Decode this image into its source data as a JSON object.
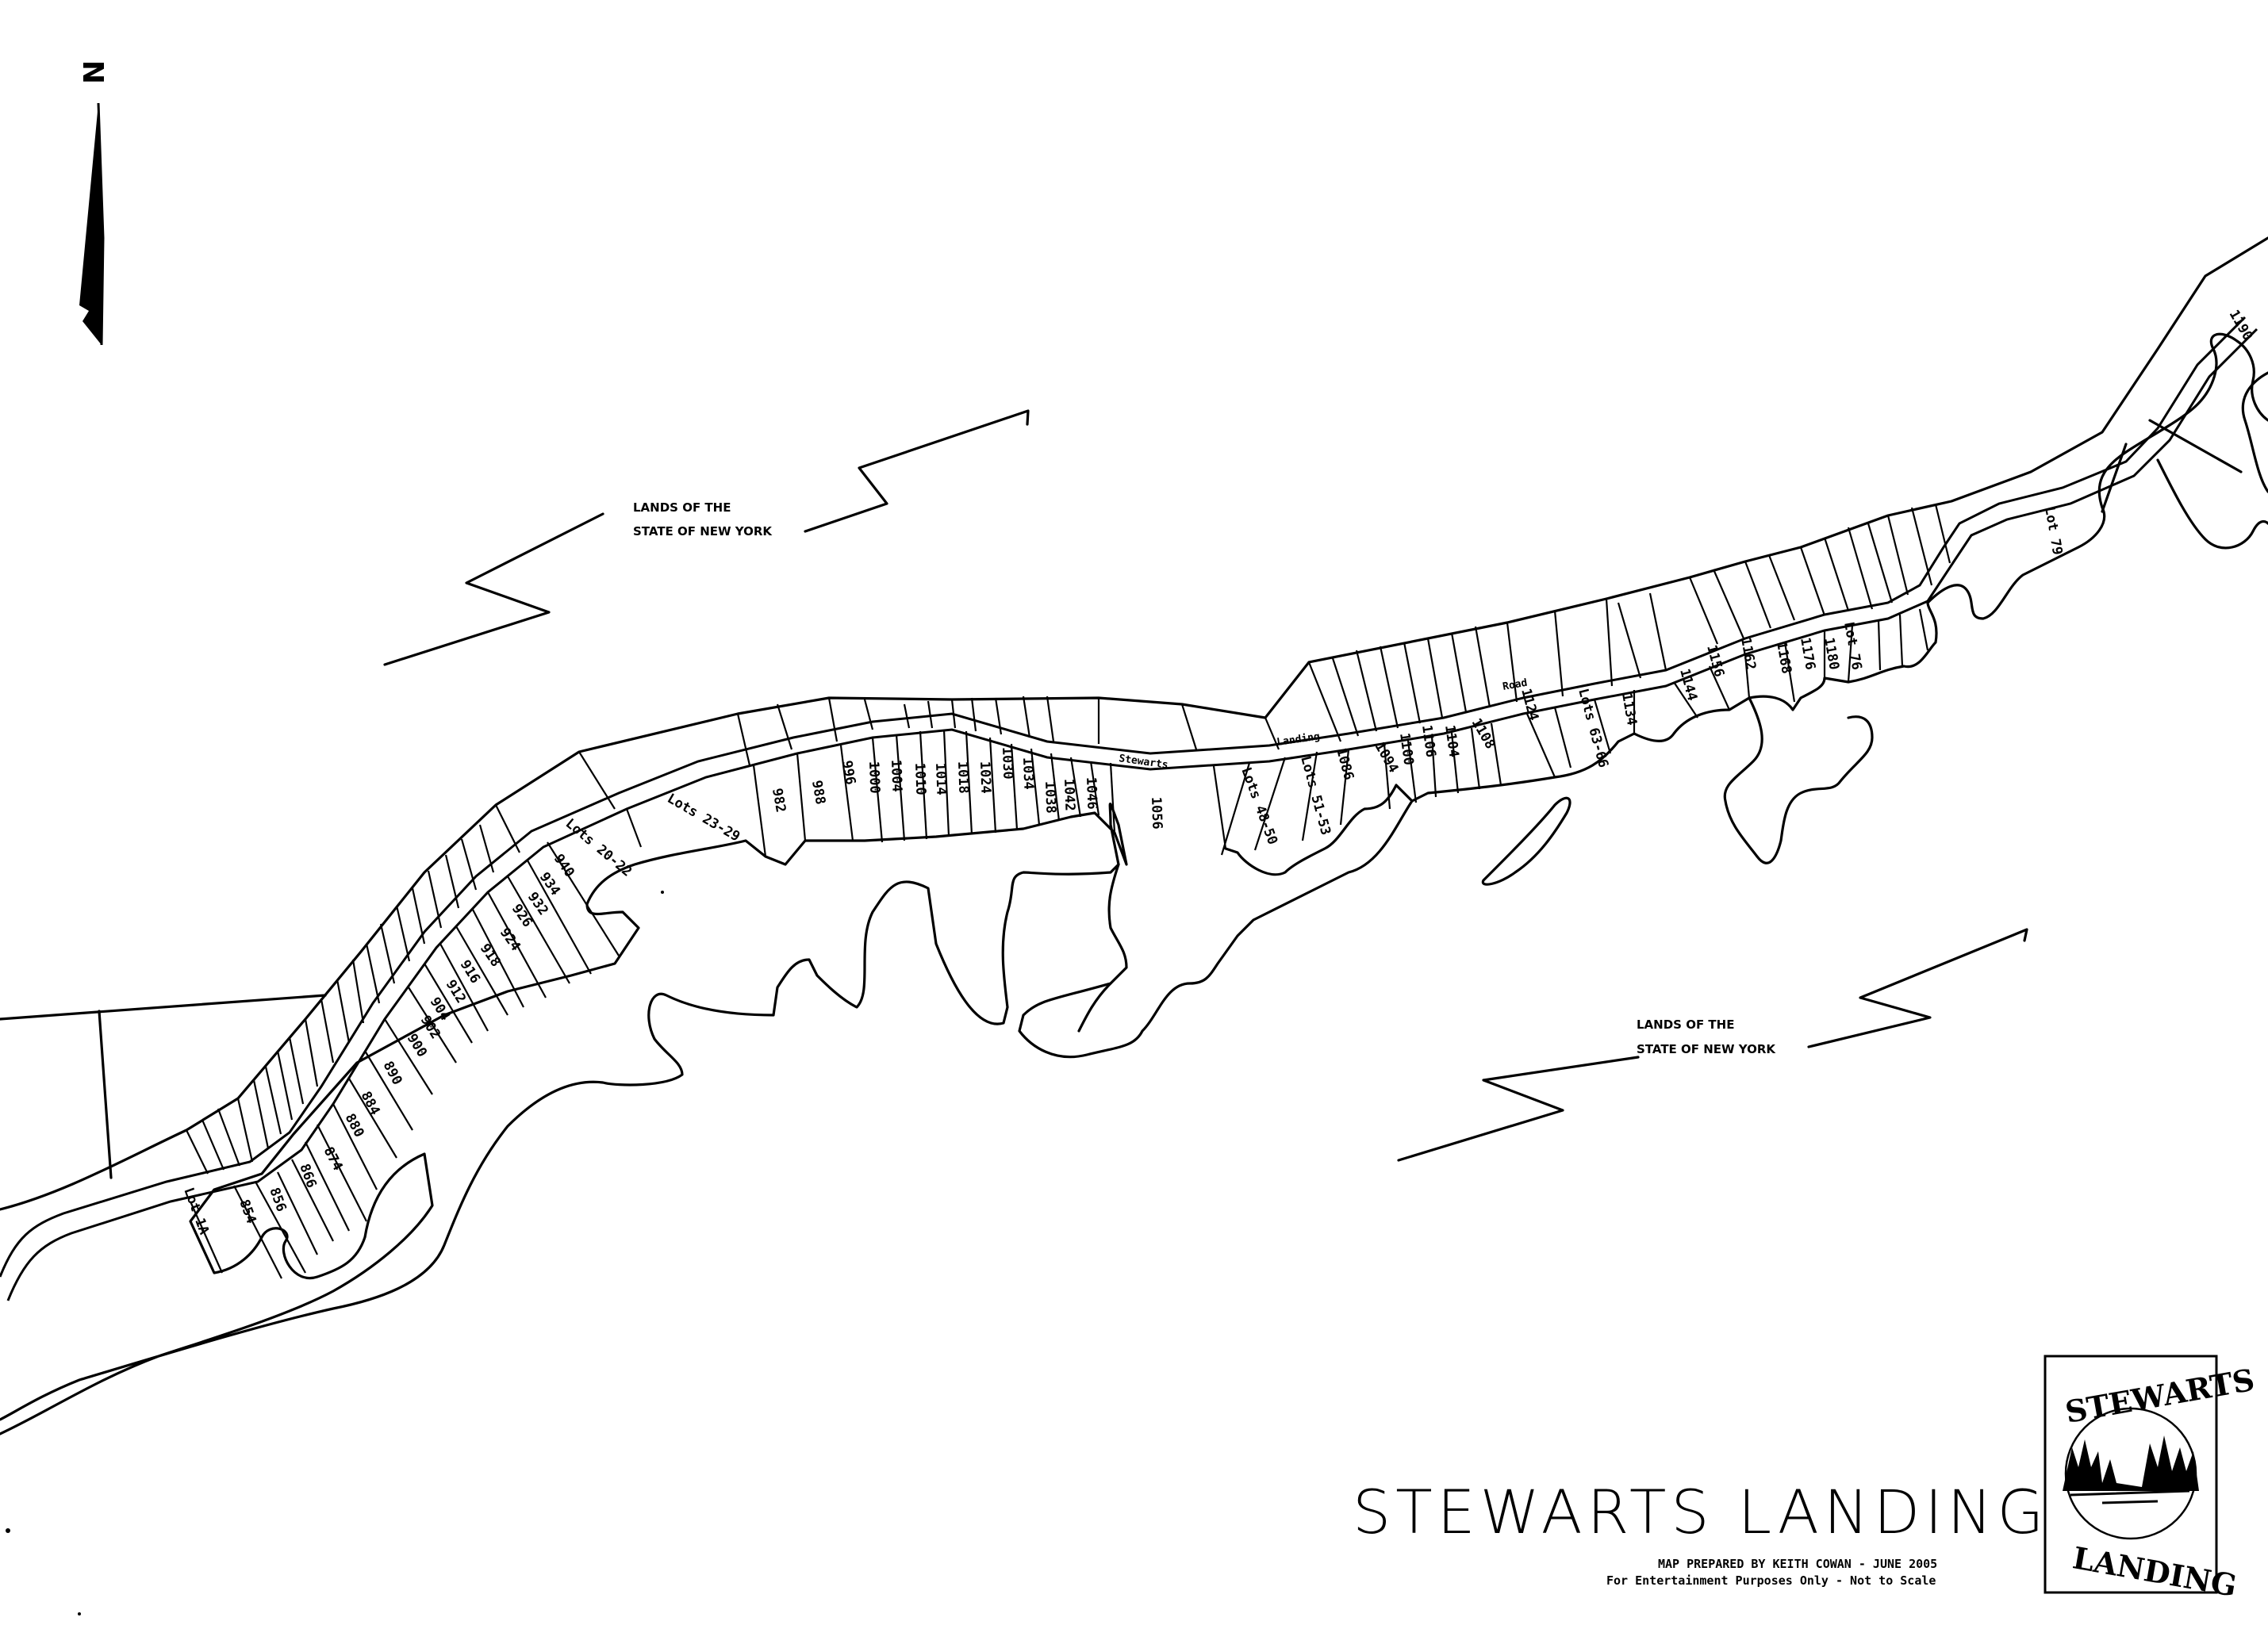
{
  "title": "STEWARTS LANDING",
  "credit": "MAP PREPARED BY KEITH COWAN - JUNE 2005",
  "disclaimer": "For Entertainment Purposes Only - Not to Scale",
  "north_label": "N",
  "state_lands_upper": {
    "line1": "LANDS OF THE",
    "line2": "STATE OF NEW YORK"
  },
  "state_lands_lower": {
    "line1": "LANDS OF THE",
    "line2": "STATE OF NEW YORK"
  },
  "road_labels": [
    "Stewarts",
    "Landing",
    "Road"
  ],
  "logo": {
    "top": "STEWARTS",
    "bottom": "LANDING"
  },
  "lots_west": [
    "Lot 1A",
    "854",
    "856",
    "866",
    "874",
    "880",
    "884",
    "890",
    "900",
    "902",
    "904",
    "912",
    "916",
    "918",
    "924",
    "926",
    "932",
    "934",
    "940",
    "Lots 20-22",
    "Lots 23-29"
  ],
  "lots_middle": [
    "982",
    "988",
    "996",
    "1000",
    "1004",
    "1010",
    "1014",
    "1018",
    "1024",
    "1030",
    "1034",
    "1038",
    "1042",
    "1046",
    "1056",
    "Lots 48-50"
  ],
  "lots_east": [
    "Lots 51-53",
    "1086",
    "1094",
    "1100",
    "1106",
    "1104",
    "1108",
    "1124",
    "Lots 63-66",
    "1134",
    "1144",
    "1156",
    "1162",
    "1168",
    "1176",
    "1180",
    "Lot 76",
    "Lot 79",
    "1190"
  ]
}
